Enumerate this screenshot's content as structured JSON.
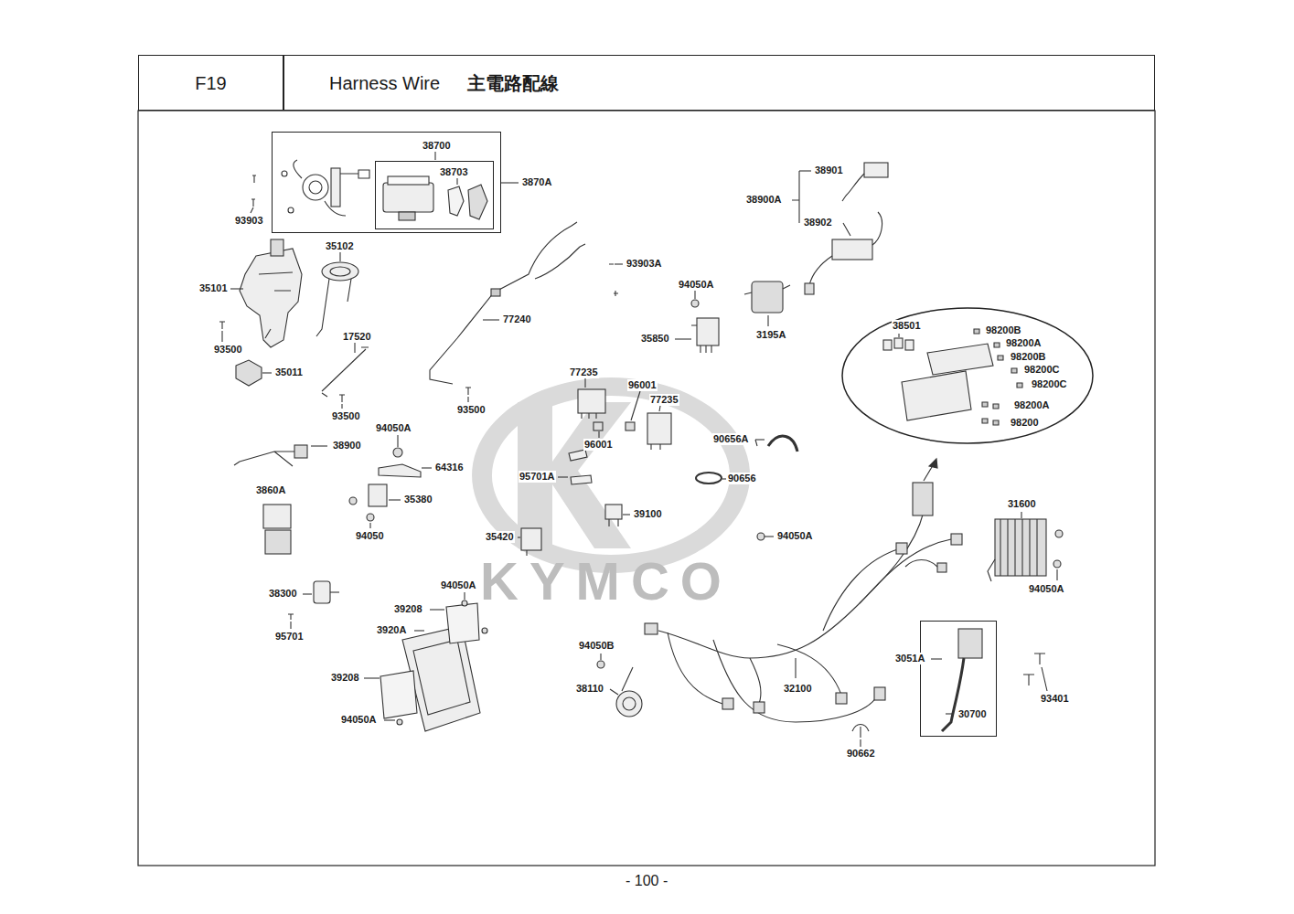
{
  "diagram": {
    "nodes": [
      {
        "text": [
          "F19"
        ]
      },
      {
        "text": [
          "Harness Wire",
          "主電路配線"
        ]
      },
      {
        "text": [
          "38700"
        ]
      },
      {
        "text": [
          "38703"
        ],
        "in": 2
      },
      {
        "text": [
          "38501",
          "98200B",
          "98200A",
          "98200B",
          "98200C",
          "98200C",
          "98200A",
          "98200"
        ]
      },
      {
        "text": [
          "30700"
        ]
      }
    ],
    "labels": [
      "93903",
      "3870A",
      "35102",
      "35101",
      "93500",
      "17520",
      "35011",
      "93500",
      "77240",
      "93500",
      "93903A",
      "94050A",
      "35850",
      "3195A",
      "38901",
      "38900A",
      "38902",
      "77235",
      "96001",
      "77235",
      "96001",
      "94050A",
      "38900",
      "64316",
      "3860A",
      "35380",
      "94050",
      "95701A",
      "90656A",
      "90656",
      "39100",
      "35420",
      "94050A",
      "31600",
      "94050A",
      "38300",
      "95701",
      "94050A",
      "39208",
      "3920A",
      "39208",
      "94050A",
      "94050B",
      "38110",
      "32100",
      "3051A",
      "93401",
      "90662",
      "KYMCO",
      "- 100 -"
    ]
  }
}
